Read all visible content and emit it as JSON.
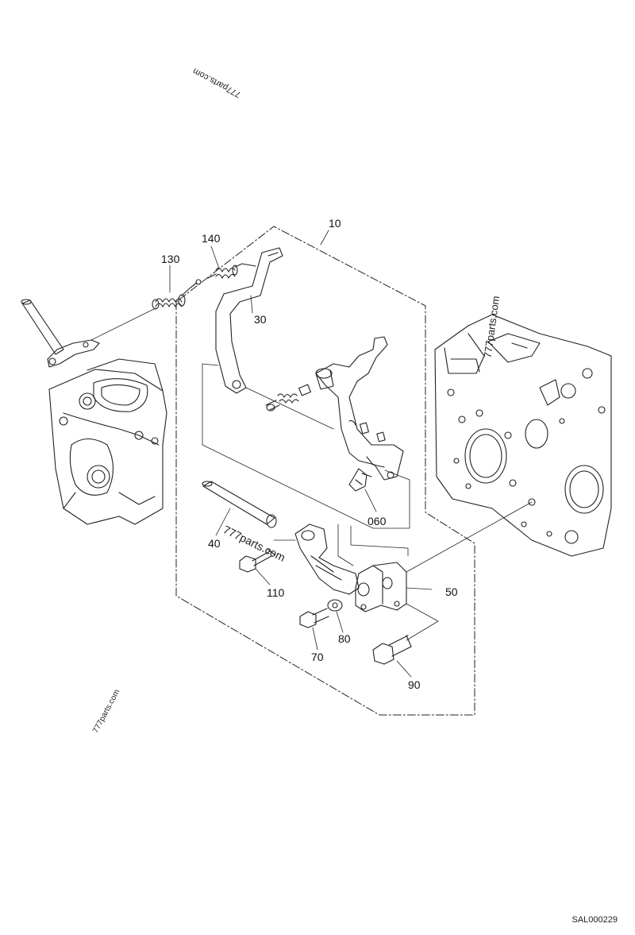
{
  "diagram": {
    "callouts": {
      "c10": "10",
      "c30": "30",
      "c40": "40",
      "c50": "50",
      "c060": "060",
      "c70": "70",
      "c80": "80",
      "c90": "90",
      "c110": "110",
      "c130": "130",
      "c140": "140"
    },
    "watermarks": {
      "w1": "777parts.com",
      "w2": "777parts.com",
      "w3": "777parts.com",
      "w4": "777parts.com"
    },
    "drawing_code": "SAL000229",
    "colors": {
      "line": "#222222",
      "background": "#ffffff"
    }
  }
}
